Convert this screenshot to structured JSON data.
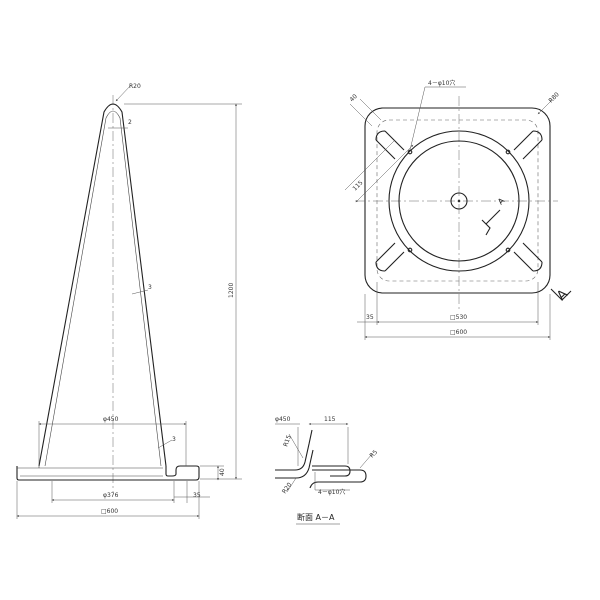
{
  "side_view": {
    "dims": {
      "tip_radius": "R20",
      "tip_thickness": "2",
      "wall_thickness": "3",
      "height": "1200",
      "base_inner_diameter": "φ450",
      "base_thickness": "3",
      "base_height": "40",
      "base_outer_diameter": "φ376",
      "flange": "35",
      "base_width": "□600"
    }
  },
  "top_view": {
    "dims": {
      "slot_width": "40",
      "corner_radius": "R80",
      "holes": "4－φ10穴",
      "slot_length": "115",
      "outer_dimension": "□600",
      "inner_dimension": "□530",
      "margin": "35"
    },
    "section_labels": [
      "A",
      "A"
    ]
  },
  "section": {
    "title": "断面 A－A",
    "dims": {
      "diameter": "φ450",
      "slot_length": "115",
      "radius_r15": "R15",
      "radius_r5": "R5",
      "radius_r20": "R20",
      "holes": "4－φ10穴"
    }
  }
}
